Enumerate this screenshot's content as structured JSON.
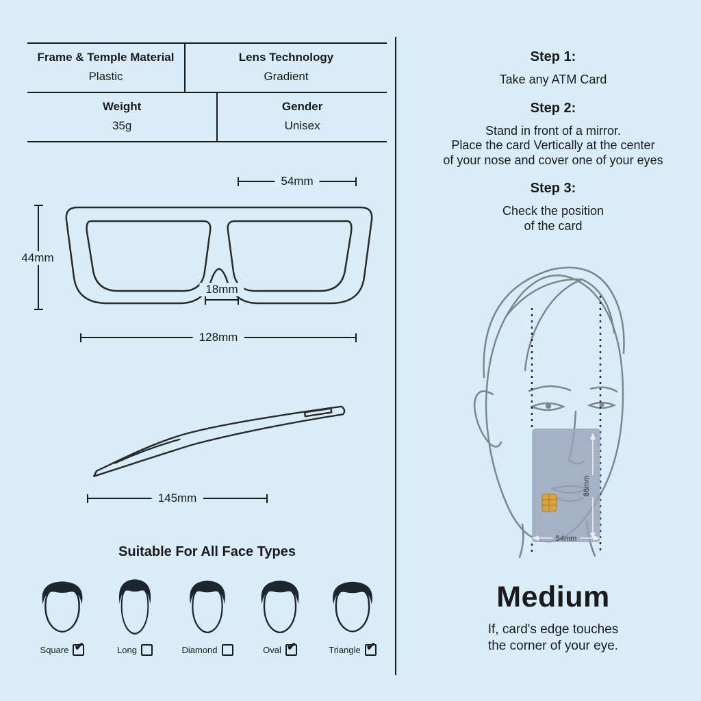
{
  "colors": {
    "background": "#d9edf8",
    "ink": "#1a1a1a",
    "card": "#9aa3b9",
    "chip": "#d9a43c",
    "face_sketch": "#7e858c"
  },
  "specs": {
    "rows": [
      {
        "cells": [
          {
            "label": "Frame & Temple Material",
            "value": "Plastic"
          },
          {
            "label": "Lens Technology",
            "value": "Gradient"
          }
        ]
      },
      {
        "cells": [
          {
            "label": "Weight",
            "value": "35g"
          },
          {
            "label": "Gender",
            "value": "Unisex"
          }
        ]
      }
    ]
  },
  "measurements": {
    "lens_width": "54mm",
    "lens_height": "44mm",
    "bridge_width": "18mm",
    "frame_width": "128mm",
    "temple_length": "145mm"
  },
  "face_types": {
    "title": "Suitable For All Face Types",
    "items": [
      {
        "label": "Square",
        "checked": true,
        "mark": "✔"
      },
      {
        "label": "Long",
        "checked": false,
        "mark": ""
      },
      {
        "label": "Diamond",
        "checked": false,
        "mark": ""
      },
      {
        "label": "Oval",
        "checked": true,
        "mark": "✔"
      },
      {
        "label": "Triangle",
        "checked": true,
        "mark": "✔"
      }
    ]
  },
  "guide": {
    "steps": [
      {
        "title": "Step 1:",
        "text": "Take any ATM Card"
      },
      {
        "title": "Step 2:",
        "text": "Stand in front of a mirror.\nPlace the card Vertically at the center\nof your nose and cover one of your eyes"
      },
      {
        "title": "Step 3:",
        "text": "Check the position\nof the card"
      }
    ],
    "card_height_label": "86mm",
    "card_width_label": "54mm",
    "result": "Medium",
    "result_note": "If, card's edge touches\nthe corner of your eye."
  }
}
